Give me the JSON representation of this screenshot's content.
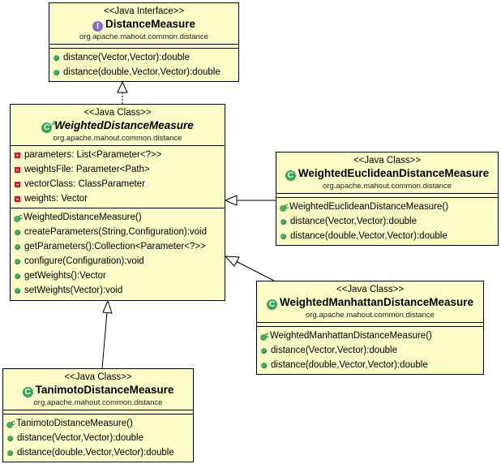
{
  "diagram": {
    "type": "UML class diagram",
    "classes": {
      "distance_measure": {
        "stereotype": "<<Java Interface>>",
        "type_icon": "I",
        "kind": "interface",
        "name": "DistanceMeasure",
        "package": "org.apache.mahout.common.distance",
        "attributes": [],
        "methods": [
          {
            "visibility": "public",
            "text": "distance(Vector,Vector):double"
          },
          {
            "visibility": "public",
            "text": "distance(double,Vector,Vector):double"
          }
        ]
      },
      "weighted_distance_measure": {
        "stereotype": "<<Java Class>>",
        "type_icon": "C",
        "kind": "abstract-class",
        "name": "WeightedDistanceMeasure",
        "package": "org.apache.mahout.common.distance",
        "attributes": [
          {
            "visibility": "private",
            "text": "parameters: List<Parameter<?>>"
          },
          {
            "visibility": "private",
            "text": "weightsFile: Parameter<Path>"
          },
          {
            "visibility": "private",
            "text": "vectorClass: ClassParameter"
          },
          {
            "visibility": "private",
            "text": "weights: Vector"
          }
        ],
        "methods": [
          {
            "visibility": "constructor",
            "text": "WeightedDistanceMeasure()"
          },
          {
            "visibility": "public",
            "text": "createParameters(String,Configuration):void"
          },
          {
            "visibility": "public",
            "text": "getParameters():Collection<Parameter<?>>"
          },
          {
            "visibility": "public",
            "text": "configure(Configuration):void"
          },
          {
            "visibility": "public",
            "text": "getWeights():Vector"
          },
          {
            "visibility": "public",
            "text": "setWeights(Vector):void"
          }
        ]
      },
      "weighted_euclidean": {
        "stereotype": "<<Java Class>>",
        "type_icon": "C",
        "kind": "class",
        "name": "WeightedEuclideanDistanceMeasure",
        "package": "org.apache.mahout.common.distance",
        "attributes": [],
        "methods": [
          {
            "visibility": "constructor",
            "text": "WeightedEuclideanDistanceMeasure()"
          },
          {
            "visibility": "public",
            "text": "distance(Vector,Vector):double"
          },
          {
            "visibility": "public",
            "text": "distance(double,Vector,Vector):double"
          }
        ]
      },
      "weighted_manhattan": {
        "stereotype": "<<Java Class>>",
        "type_icon": "C",
        "kind": "class",
        "name": "WeightedManhattanDistanceMeasure",
        "package": "org.apache.mahout.common.distance",
        "attributes": [],
        "methods": [
          {
            "visibility": "constructor",
            "text": "WeightedManhattanDistanceMeasure()"
          },
          {
            "visibility": "public",
            "text": "distance(Vector,Vector):double"
          },
          {
            "visibility": "public",
            "text": "distance(double,Vector,Vector):double"
          }
        ]
      },
      "tanimoto": {
        "stereotype": "<<Java Class>>",
        "type_icon": "C",
        "kind": "class",
        "name": "TanimotoDistanceMeasure",
        "package": "org.apache.mahout.common.distance",
        "attributes": [],
        "methods": [
          {
            "visibility": "constructor",
            "text": "TanimotoDistanceMeasure()"
          },
          {
            "visibility": "public",
            "text": "distance(Vector,Vector):double"
          },
          {
            "visibility": "public",
            "text": "distance(double,Vector,Vector):double"
          }
        ]
      }
    },
    "relationships": [
      {
        "from": "WeightedDistanceMeasure",
        "to": "DistanceMeasure",
        "kind": "realization"
      },
      {
        "from": "WeightedEuclideanDistanceMeasure",
        "to": "WeightedDistanceMeasure",
        "kind": "generalization"
      },
      {
        "from": "WeightedManhattanDistanceMeasure",
        "to": "WeightedDistanceMeasure",
        "kind": "generalization"
      },
      {
        "from": "TanimotoDistanceMeasure",
        "to": "WeightedDistanceMeasure",
        "kind": "generalization"
      }
    ],
    "colors": {
      "box_fill": "#fcfcc8",
      "border": "#000000",
      "public_icon": "#4daa6a",
      "private_icon": "#d0303c",
      "interface_icon": "#8a6ad0",
      "class_icon": "#3aa35a"
    }
  }
}
